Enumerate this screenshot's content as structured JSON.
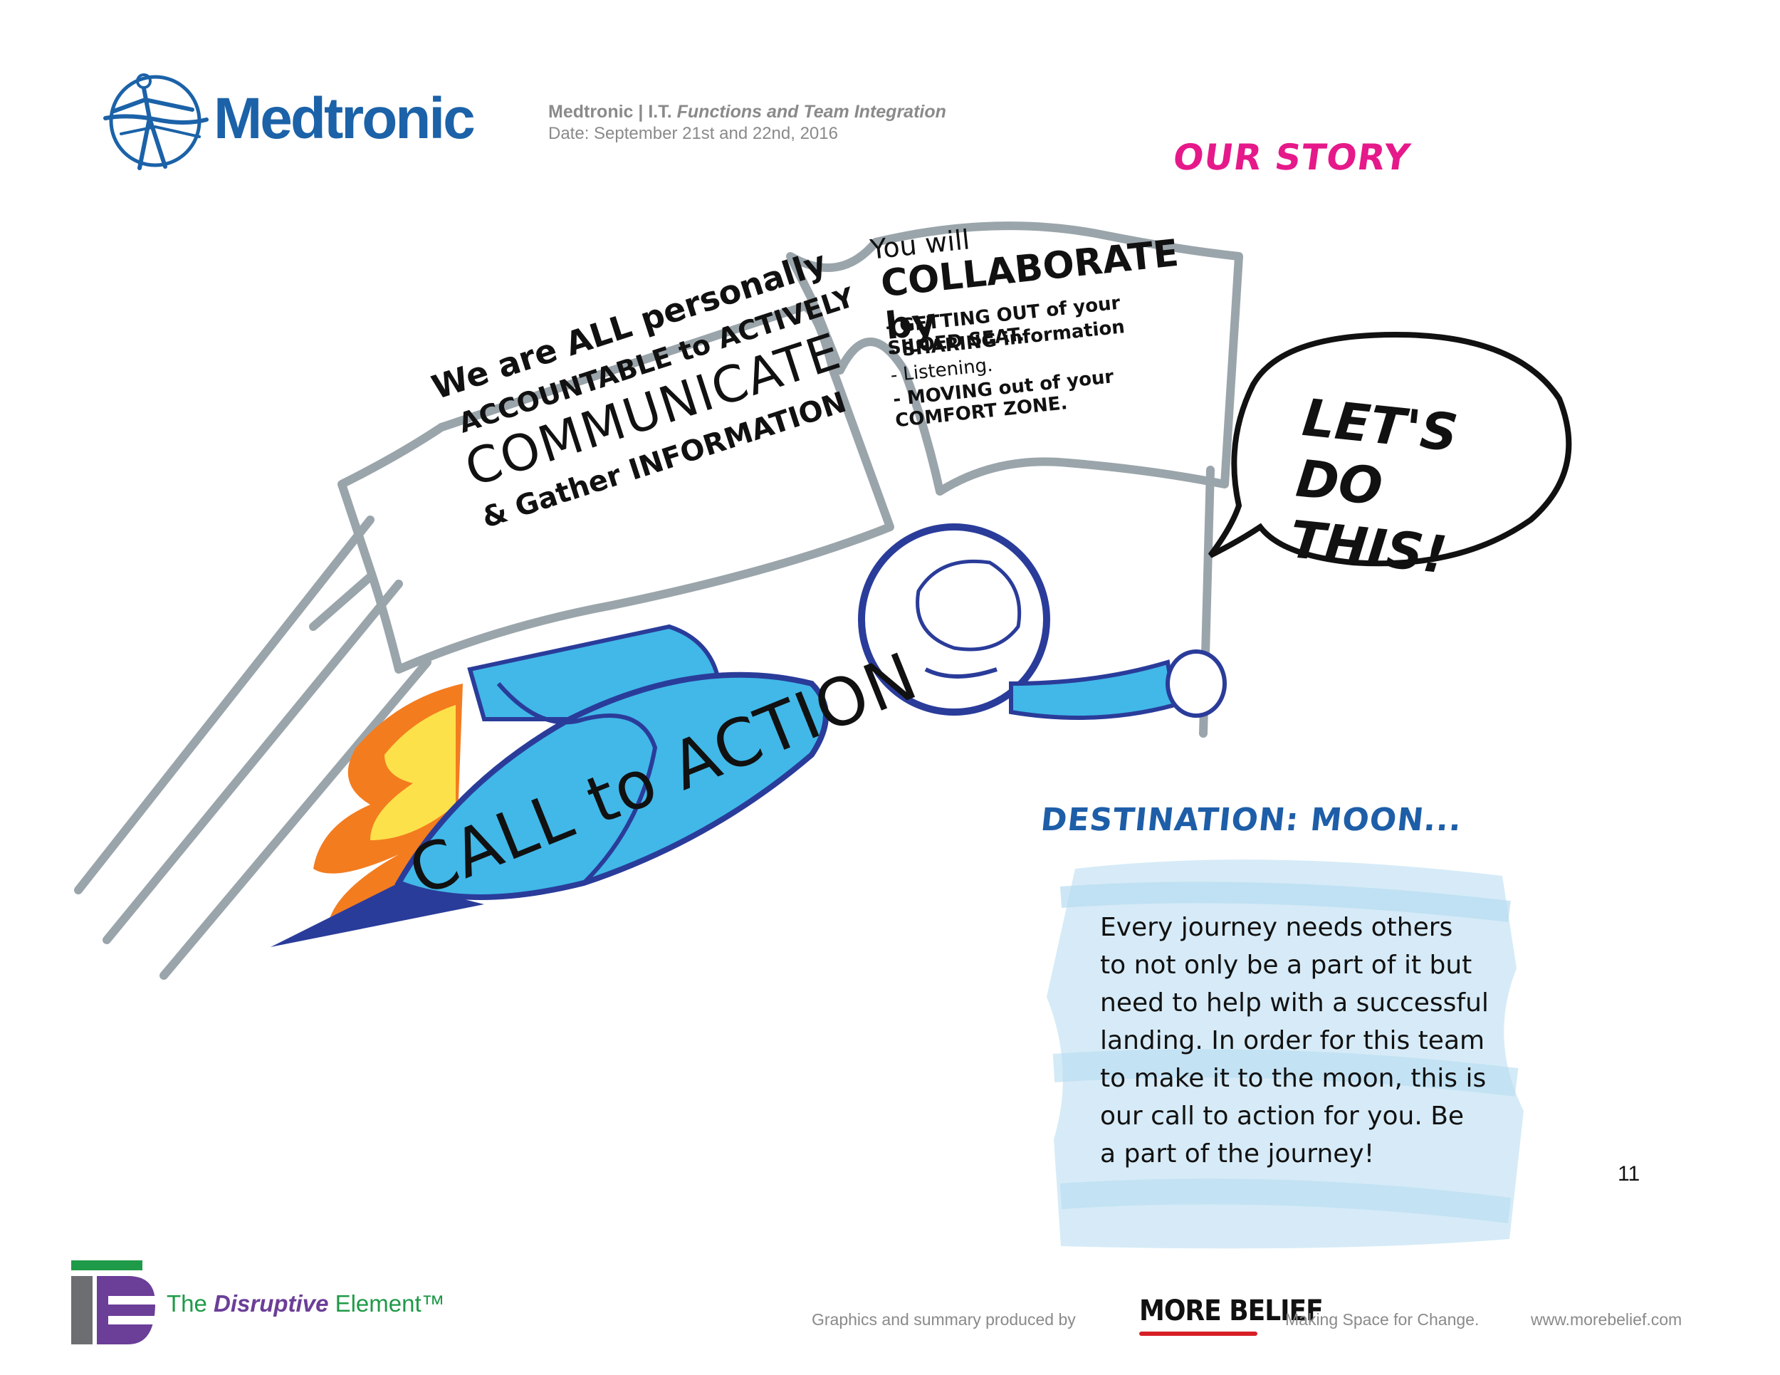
{
  "header": {
    "logo_text": "Medtronic",
    "title_prefix": "Medtronic | I.T. ",
    "title_italic": "Functions and Team Integration",
    "date": "Date: September 21st and 22nd, 2016"
  },
  "section_title": "OUR STORY",
  "illustration": {
    "banner_left": {
      "line1": "We are ALL personally",
      "line2": "ACCOUNTABLE to ACTIVELY",
      "line3": "COMMUNICATE",
      "line4": "& Gather INFORMATION"
    },
    "banner_right": {
      "line1": "You will",
      "line2": "COLLABORATE by",
      "items": [
        "- GETTING OUT of your SILOED SEAT.",
        "- SHARING information",
        "- Listening.",
        "- MOVING out of your COMFORT ZONE."
      ]
    },
    "speech_bubble": "LET'S DO THIS!",
    "call_to_action": "CALL to ACTION"
  },
  "destination": {
    "title": "DESTINATION: MOON...",
    "body_lines": [
      "Every journey needs others",
      "to not only be a part of it but",
      "need to help with a successful",
      "landing.  In order for this team",
      "to make it to the moon, this is",
      "our call to action for you.  Be",
      "a part of the journey!"
    ]
  },
  "page_number": "11",
  "footer": {
    "partner_prefix": "The ",
    "partner_italic": "Disruptive",
    "partner_suffix": " Element™",
    "credit": "Graphics and summary produced by",
    "brand": "MORE BELIEF",
    "tagline": "Making Space for Change.",
    "url": "www.morebelief.com"
  },
  "colors": {
    "medtronic_blue": "#1b62a8",
    "story_pink": "#e6198a",
    "destination_blue": "#1e5ea8",
    "banner_gray": "#9aa5ab",
    "rocket_blue": "#41b8e8",
    "flame_orange": "#f37c1f",
    "red_underline": "#d61f26",
    "disruptive_purple": "#6b3e98",
    "disruptive_green": "#1f9a48"
  }
}
